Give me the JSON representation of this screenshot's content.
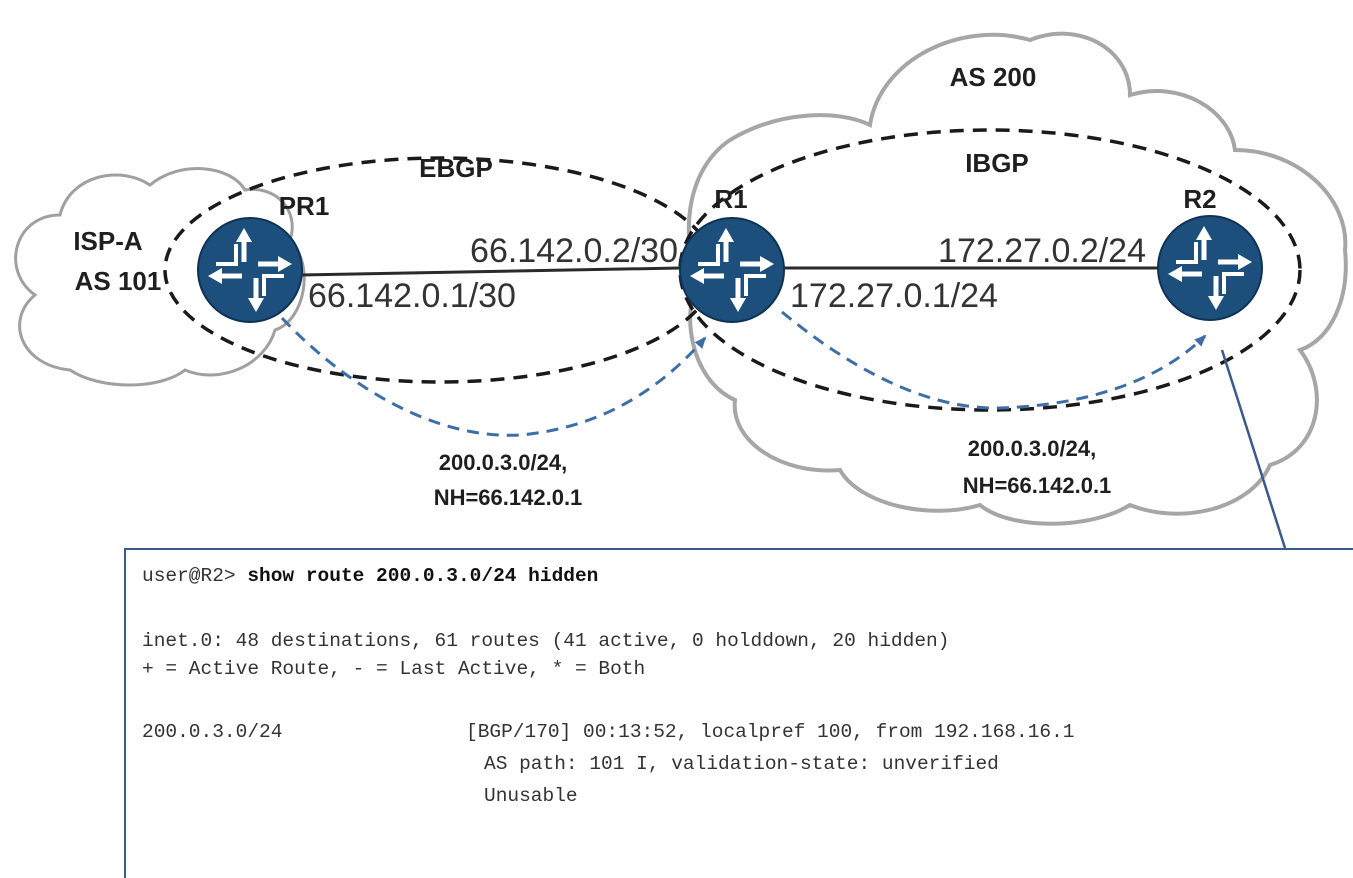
{
  "diagram": {
    "clouds": {
      "isp": {
        "line1": "ISP-A",
        "line2": "AS 101"
      },
      "as200": {
        "label": "AS 200"
      }
    },
    "sessions": {
      "ebgp": "EBGP",
      "ibgp": "IBGP"
    },
    "routers": {
      "pr1": "PR1",
      "r1": "R1",
      "r2": "R2"
    },
    "links": {
      "pr1_r1": {
        "r1_side": "66.142.0.2/30",
        "pr1_side": "66.142.0.1/30"
      },
      "r1_r2": {
        "r2_side": "172.27.0.2/24",
        "r1_side": "172.27.0.1/24"
      }
    },
    "advertisements": [
      {
        "prefix": "200.0.3.0/24,",
        "next_hop": "NH=66.142.0.1"
      },
      {
        "prefix": "200.0.3.0/24,",
        "next_hop": "NH=66.142.0.1"
      }
    ],
    "colors": {
      "router": "#1c4f7c",
      "advert_arrow": "#3d6fa6",
      "session": "#1a1a1a"
    }
  },
  "terminal": {
    "prompt": "user@R2> ",
    "command": "show route 200.0.3.0/24 hidden",
    "table_summary": "inet.0: 48 destinations, 61 routes (41 active, 0 holddown, 20 hidden)",
    "legend": "+ = Active Route, - = Last Active, * = Both",
    "route_prefix": "200.0.3.0/24",
    "route_detail": "[BGP/170] 00:13:52, localpref 100, from 192.168.16.1",
    "as_path": "AS path: 101 I, validation-state: unverified",
    "state": "Unusable"
  }
}
